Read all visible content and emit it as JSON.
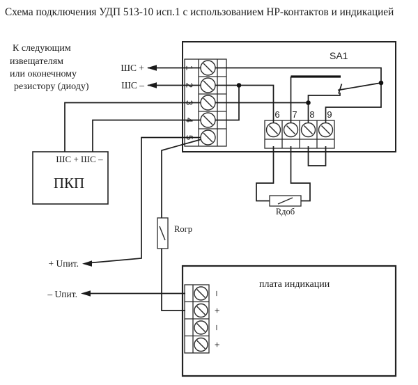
{
  "title": "Схема подключения УДП 513-10 исп.1 с использованием НР-контактов и индикацией",
  "left_note": {
    "lines": [
      "К следующим",
      "извещателям",
      "или оконечному",
      "резистору (диоду)"
    ]
  },
  "wire_labels": {
    "shs_plus": "ШС +",
    "shs_minus": "ШС –",
    "u_plus": "+ Uпит.",
    "u_minus": "– Uпит."
  },
  "switch": {
    "label": "SA1"
  },
  "main_terminal_block": {
    "numbers": [
      "1",
      "2",
      "3",
      "4",
      "5"
    ]
  },
  "sa1_terminal_block": {
    "numbers": [
      "6",
      "7",
      "8",
      "9"
    ]
  },
  "resistors": {
    "r_ogr": "Rогр",
    "r_dob": "Rдоб"
  },
  "pkp": {
    "label": "ПКП",
    "terminals_label": "ШС + ШС –"
  },
  "indication_board": {
    "label": "плата индикации",
    "terminal_labels": [
      "–",
      "+",
      "–",
      "+"
    ]
  },
  "colors": {
    "wire": "#1b1b1b",
    "box_stroke": "#222222",
    "background": "#ffffff"
  }
}
